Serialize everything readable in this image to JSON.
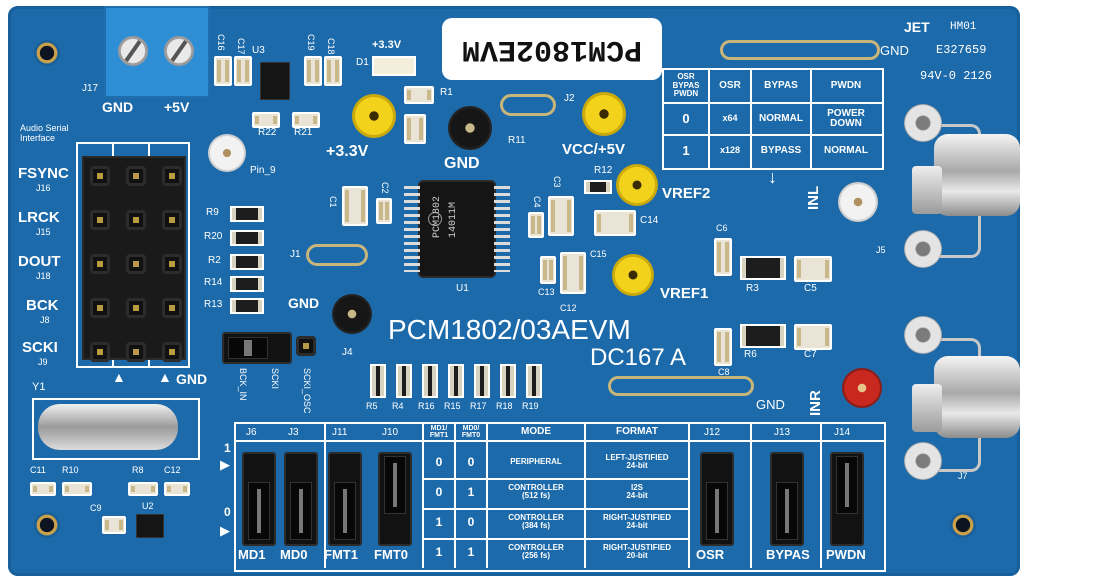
{
  "board": {
    "title_label": "PCM1802EVM",
    "main_label": "PCM1802/03AEVM",
    "rev_label": "DC167 A",
    "logo_mark": "JET",
    "logo_suffix": "HM01",
    "cert_code": "E327659",
    "rating_code": "94V-0 2126",
    "chip_top": "PCM1802",
    "chip_bottom": "14011M"
  },
  "power": {
    "connector": "J17",
    "gnd": "GND",
    "plus5v": "+5V",
    "d1": "D1",
    "v33_top": "+3.3V",
    "v33_tp": "+3.3V",
    "gnd_tp": "GND",
    "vcc_tp": "VCC/+5V",
    "j2": "J2",
    "gnd_top_right": "GND"
  },
  "audio_serial": {
    "title": "Audio Serial\nInterface",
    "rows": [
      {
        "label": "FSYNC",
        "ref": "J16"
      },
      {
        "label": "LRCK",
        "ref": "J15"
      },
      {
        "label": "DOUT",
        "ref": "J18"
      },
      {
        "label": "BCK",
        "ref": "J8"
      },
      {
        "label": "SCKI",
        "ref": "J9"
      }
    ],
    "gnd": "GND"
  },
  "refs": {
    "c16": "C16",
    "c17": "C17",
    "u3": "U3",
    "c19": "C19",
    "c18": "C18",
    "r22": "R22",
    "r21": "R21",
    "r1": "R1",
    "r11": "R11",
    "r12": "R12",
    "pin9": "Pin_9",
    "r9": "R9",
    "r20": "R20",
    "r2": "R2",
    "r14": "R14",
    "r13": "R13",
    "c1": "C1",
    "c2": "C2",
    "c3": "C3",
    "c4": "C4",
    "c14": "C14",
    "c15": "C15",
    "c13": "C13",
    "c12": "C12",
    "u1": "U1",
    "j1": "J1",
    "j4": "J4",
    "gnd_j4": "GND",
    "vref2": "VREF2",
    "vref1": "VREF1",
    "c6": "C6",
    "r3": "R3",
    "c5": "C5",
    "r6": "R6",
    "c7": "C7",
    "c8": "C8",
    "gnd_bottom": "GND",
    "inl": "INL",
    "inr": "INR",
    "j5": "J5",
    "j7": "J7",
    "y1": "Y1",
    "c11": "C11",
    "r10": "R10",
    "r8": "R8",
    "c12b": "C12",
    "c9": "C9",
    "u2": "U2",
    "bck_in": "BCK_IN",
    "scki": "SCKI",
    "scki_osc": "SCKI_OSC"
  },
  "res_row": [
    "R5",
    "R4",
    "R16",
    "R15",
    "R17",
    "R18",
    "R19"
  ],
  "osr_table": {
    "headers": [
      "OSR\nBYPAS\nPWDN",
      "OSR",
      "BYPAS",
      "PWDN"
    ],
    "rows": [
      [
        "0",
        "x64",
        "NORMAL",
        "POWER\nDOWN"
      ],
      [
        "1",
        "x128",
        "BYPASS",
        "NORMAL"
      ]
    ]
  },
  "mode_table": {
    "headers": [
      "MD1/\nFMT1",
      "MD0/\nFMT0",
      "MODE",
      "FORMAT"
    ],
    "rows": [
      [
        "0",
        "0",
        "PERIPHERAL",
        "LEFT-JUSTIFIED\n24-bit"
      ],
      [
        "0",
        "1",
        "CONTROLLER\n(512 fs)",
        "I2S\n24-bit"
      ],
      [
        "1",
        "0",
        "CONTROLLER\n(384 fs)",
        "RIGHT-JUSTIFIED\n24-bit"
      ],
      [
        "1",
        "1",
        "CONTROLLER\n(256 fs)",
        "RIGHT-JUSTIFIED\n20-bit"
      ]
    ]
  },
  "jumpers_left": [
    {
      "ref": "J6",
      "label": "MD1"
    },
    {
      "ref": "J3",
      "label": "MD0"
    },
    {
      "ref": "J11",
      "label": "FMT1"
    },
    {
      "ref": "J10",
      "label": "FMT0"
    }
  ],
  "jumpers_right": [
    {
      "ref": "J12",
      "label": "OSR"
    },
    {
      "ref": "J13",
      "label": "BYPAS"
    },
    {
      "ref": "J14",
      "label": "PWDN"
    }
  ],
  "level_marks": {
    "one": "1",
    "zero": "0"
  },
  "colors": {
    "pcb": "#1c6aaa",
    "silk": "#ffffff",
    "tp_yellow": "#f2d21a",
    "tp_red": "#c8281e",
    "terminal": "#2f8fd6"
  }
}
